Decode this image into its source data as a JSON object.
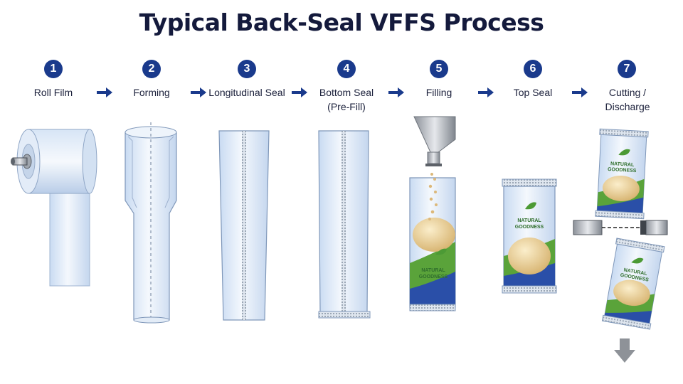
{
  "title": "Typical Back-Seal VFFS Process",
  "steps": [
    {
      "number": "1",
      "label": "Roll Film"
    },
    {
      "number": "2",
      "label": "Forming"
    },
    {
      "number": "3",
      "label": "Longitudinal Seal"
    },
    {
      "number": "4",
      "label": "Bottom Seal (Pre-Fill)"
    },
    {
      "number": "5",
      "label": "Filling"
    },
    {
      "number": "6",
      "label": "Top Seal"
    },
    {
      "number": "7",
      "label": "Cutting / Discharge"
    }
  ],
  "package_text": {
    "line1": "NATURAL",
    "line2": "GOODNESS"
  },
  "colors": {
    "accent": "#1a3a8c",
    "film": "#dbe8f7",
    "green": "#5aa33a",
    "blue": "#2a4fa8"
  }
}
